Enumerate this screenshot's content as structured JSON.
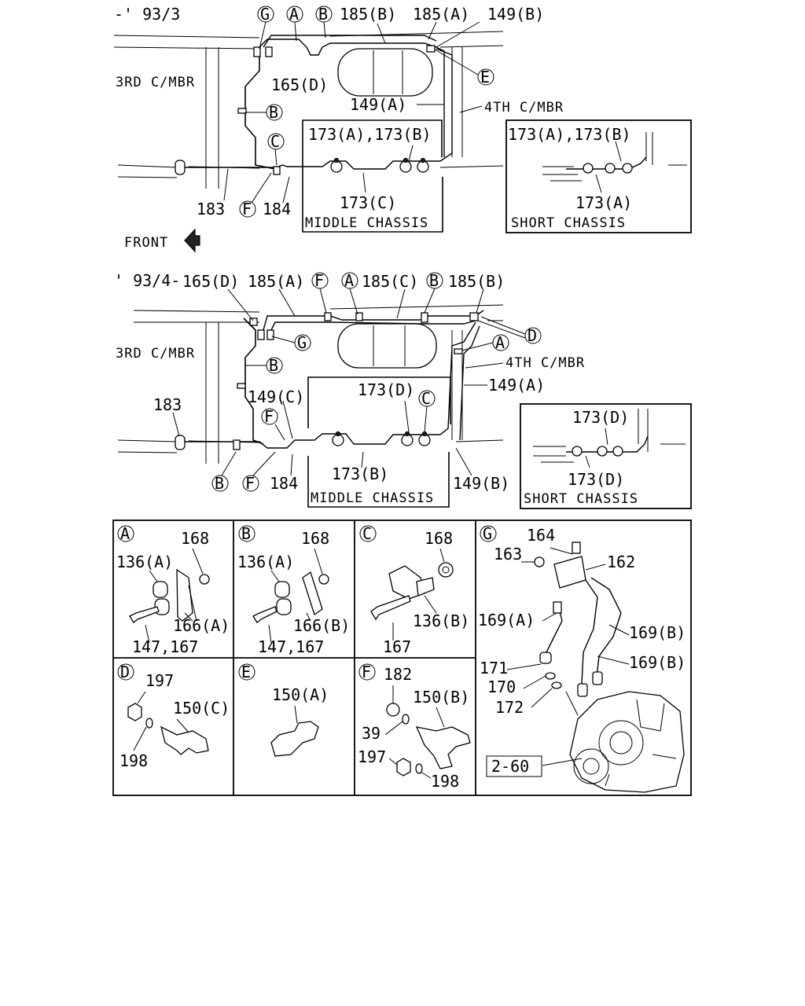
{
  "top": {
    "period": "-' 93/3",
    "labels": {
      "g": "G",
      "a": "A",
      "b": "B",
      "c": "C",
      "e": "E",
      "f": "F",
      "p185b": "185(B)",
      "p185a": "185(A)",
      "p149b": "149(B)",
      "c3": "3RD C/MBR",
      "p165d": "165(D)",
      "p149a": "149(A)",
      "c4": "4TH C/MBR",
      "p173ab": "173(A),173(B)",
      "p173c": "173(C)",
      "p183": "183",
      "p184": "184"
    },
    "middle_chassis": "MIDDLE CHASSIS",
    "short": {
      "label_top": "173(A),173(B)",
      "label_bottom": "173(A)",
      "caption": "SHORT CHASSIS"
    }
  },
  "front_label": "FRONT",
  "bottom": {
    "period": "' 93/4-",
    "labels": {
      "p165d": "165(D)",
      "p185a": "185(A)",
      "f": "F",
      "a": "A",
      "p185c": "185(C)",
      "b": "B",
      "p185b": "185(B)",
      "d": "D",
      "g": "G",
      "a2": "A",
      "c3": "3RD C/MBR",
      "b2": "B",
      "c4": "4TH C/MBR",
      "p149a": "149(A)",
      "p183": "183",
      "p149c": "149(C)",
      "p173d": "173(D)",
      "c": "C",
      "f2": "F",
      "p173b": "173(B)",
      "b3": "B",
      "f3": "F",
      "p184": "184",
      "p149b": "149(B)"
    },
    "middle_chassis": "MIDDLE CHASSIS",
    "short": {
      "label_top": "173(D)",
      "label_bottom": "173(D)",
      "caption": "SHORT CHASSIS"
    }
  },
  "details": {
    "a": {
      "letter": "A",
      "p168": "168",
      "p136": "136(A)",
      "p166": "166(A)",
      "p147": "147,167"
    },
    "b": {
      "letter": "B",
      "p168": "168",
      "p136": "136(A)",
      "p166": "166(B)",
      "p147": "147,167"
    },
    "c": {
      "letter": "C",
      "p168": "168",
      "p136": "136(B)",
      "p167": "167"
    },
    "d": {
      "letter": "D",
      "p197": "197",
      "p150": "150(C)",
      "p198": "198"
    },
    "e": {
      "letter": "E",
      "p150": "150(A)"
    },
    "f": {
      "letter": "F",
      "p182": "182",
      "p150": "150(B)",
      "p39": "39",
      "p197": "197",
      "p198": "198"
    },
    "g": {
      "letter": "G",
      "p164": "164",
      "p163": "163",
      "p162": "162",
      "p169a": "169(A)",
      "p169b1": "169(B)",
      "p169b2": "169(B)",
      "p171": "171",
      "p170": "170",
      "p172": "172",
      "ref": "2-60"
    }
  }
}
